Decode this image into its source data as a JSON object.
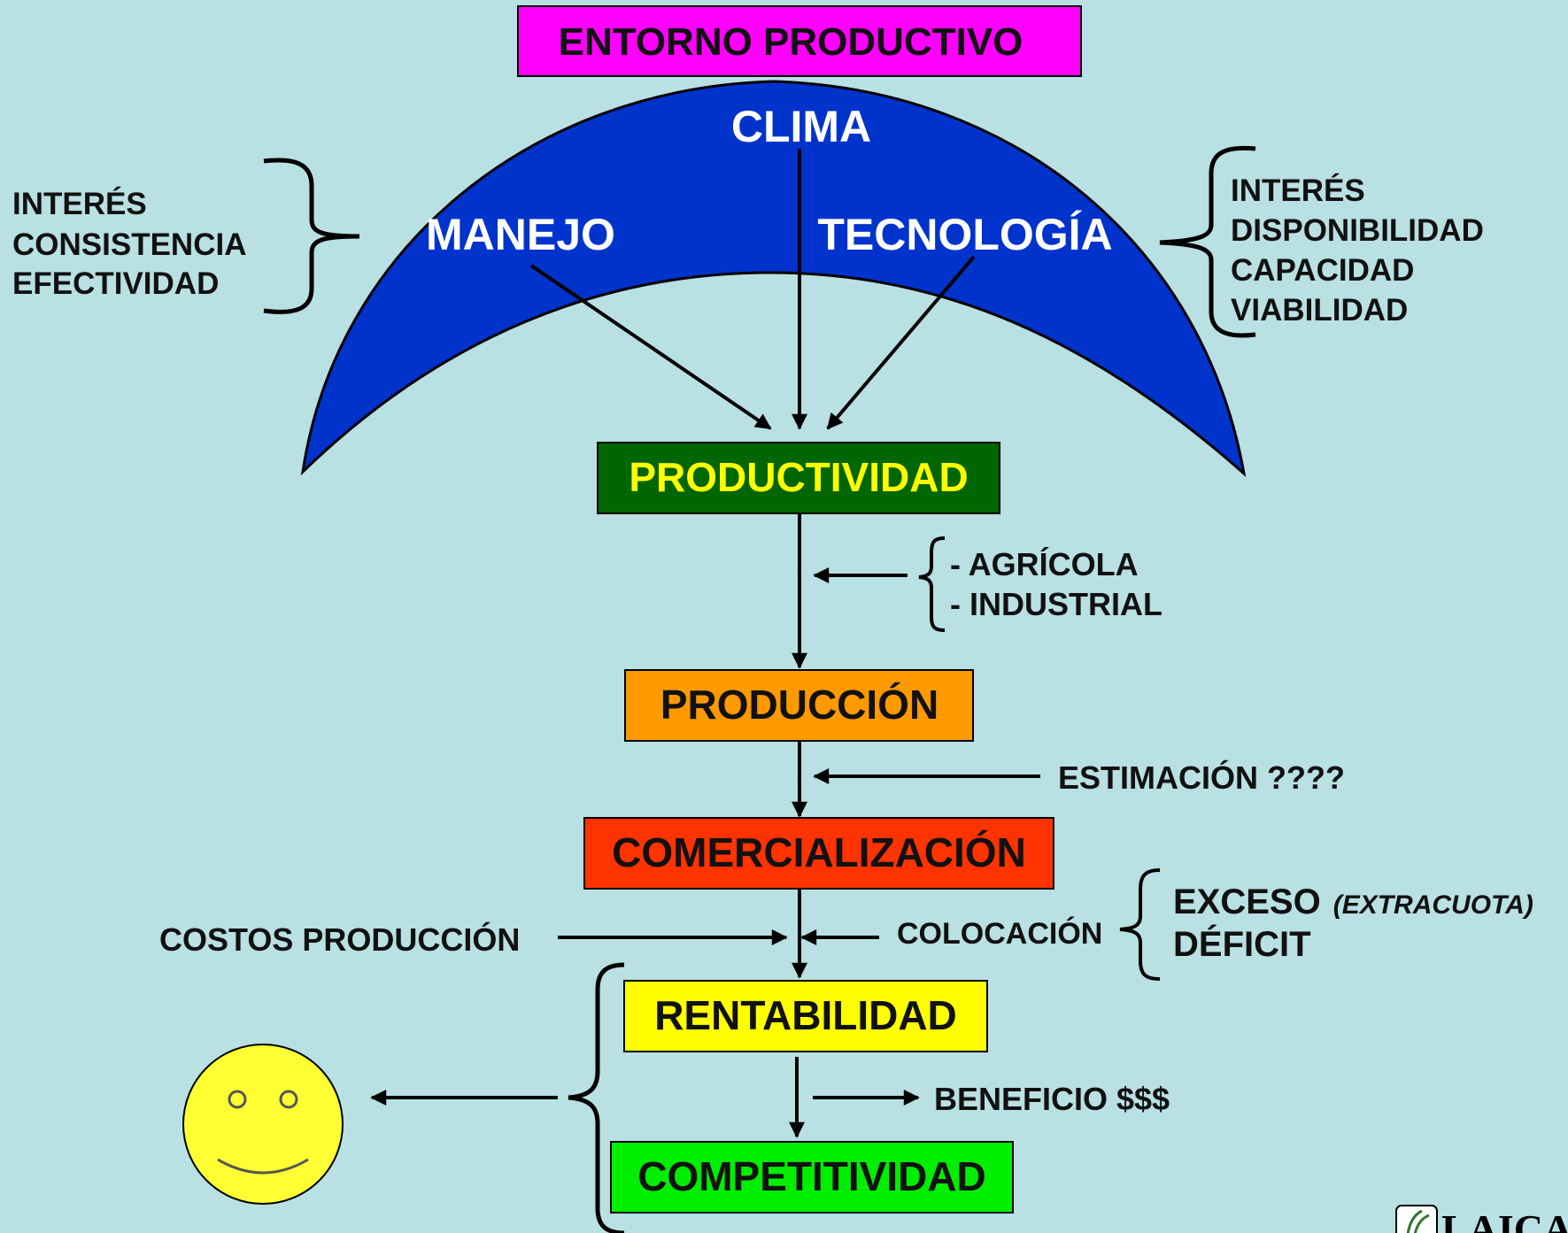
{
  "title": "ENTORNO PRODUCTIVO",
  "dome": {
    "top": "CLIMA",
    "left": "MANEJO",
    "right": "TECNOLOGÍA"
  },
  "left_factors": [
    "INTERÉS",
    "CONSISTENCIA",
    "EFECTIVIDAD"
  ],
  "right_factors": [
    "INTERÉS",
    "DISPONIBILIDAD",
    "CAPACIDAD",
    "VIABILIDAD"
  ],
  "stages": {
    "productividad": "PRODUCTIVIDAD",
    "produccion": "PRODUCCIÓN",
    "comercializacion": "COMERCIALIZACIÓN",
    "rentabilidad": "RENTABILIDAD",
    "competitividad": "COMPETITIVIDAD"
  },
  "productivity_types": [
    "- AGRÍCOLA",
    "- INDUSTRIAL"
  ],
  "estimacion": "ESTIMACIÓN ????",
  "costos": "COSTOS PRODUCCIÓN",
  "colocacion": "COLOCACIÓN",
  "exceso": "EXCESO",
  "extracuota": "(EXTRACUOTA)",
  "deficit": "DÉFICIT",
  "beneficio": "BENEFICIO $$$",
  "logo_text": "LAICA",
  "colors": {
    "background": "#b9e0e3",
    "title_box": "#ff00ff",
    "dome": "#0033cc",
    "productividad_box": "#006600",
    "productividad_text": "#ffff00",
    "produccion_box": "#ff9900",
    "comercializacion_box": "#ff3300",
    "rentabilidad_box": "#ffff00",
    "competitividad_box": "#00ee00",
    "smiley": "#ffff33"
  }
}
